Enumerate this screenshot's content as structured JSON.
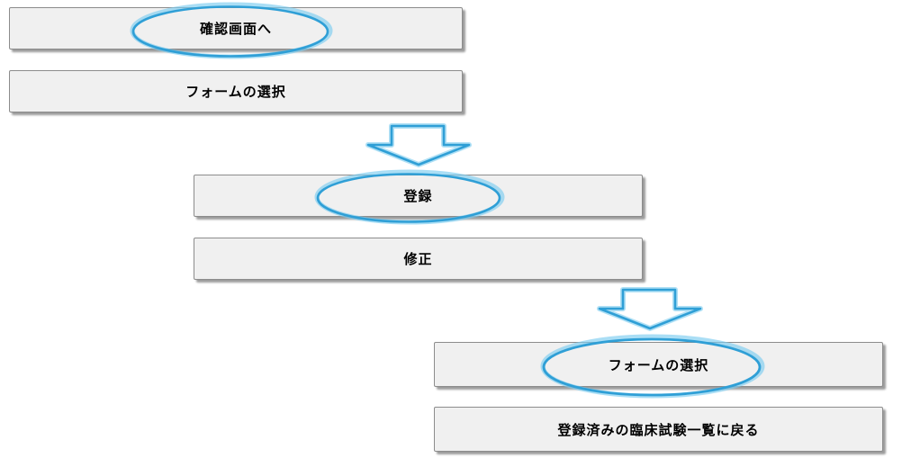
{
  "colors": {
    "highlight_blue": "#2f9fd6",
    "highlight_blue_light": "#7ccdf0",
    "bar_fill": "#f0f0f0",
    "bar_border": "#8c8c8c",
    "bar_shadow": "#9b9b9b",
    "text": "#000000"
  },
  "buttons": [
    {
      "label": "確認画面へ",
      "circled": true
    },
    {
      "label": "フォームの選択",
      "circled": false
    },
    {
      "label": "登録",
      "circled": true
    },
    {
      "label": "修正",
      "circled": false
    },
    {
      "label": "フォームの選択",
      "circled": true
    },
    {
      "label": "登録済みの臨床試験一覧に戻る",
      "circled": false
    }
  ],
  "annotations": {
    "ellipse_count": 3,
    "arrow_count": 2,
    "arrow_direction": "down",
    "style": "hand-drawn-sketch"
  }
}
